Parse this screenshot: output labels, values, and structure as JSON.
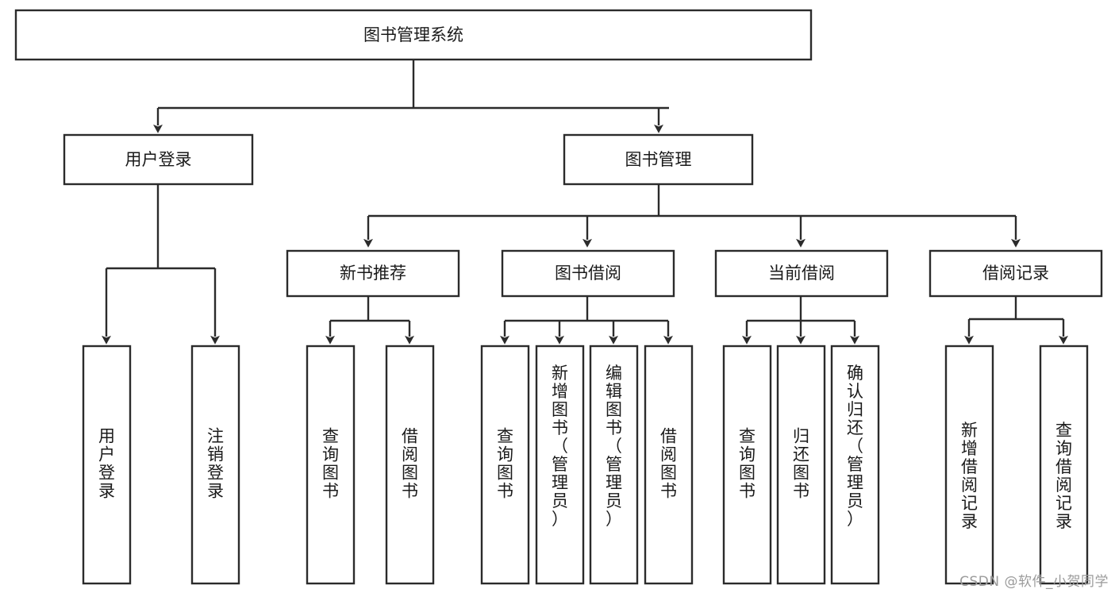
{
  "diagram": {
    "title": "图书管理系统",
    "type": "tree-hierarchy",
    "watermark": "CSDN @软件_小贺同学",
    "colors": {
      "background": "#ffffff",
      "box_stroke": "#2b2b2b",
      "box_fill": "#ffffff",
      "text": "#1a1a1a",
      "connector": "#2b2b2b",
      "watermark": "#9b9b9b"
    },
    "levels": {
      "root": {
        "label": "图书管理系统"
      },
      "level2": [
        {
          "label": "用户登录"
        },
        {
          "label": "图书管理"
        }
      ],
      "level3": [
        {
          "label": "新书推荐",
          "parent": "图书管理"
        },
        {
          "label": "图书借阅",
          "parent": "图书管理"
        },
        {
          "label": "当前借阅",
          "parent": "图书管理"
        },
        {
          "label": "借阅记录",
          "parent": "图书管理"
        }
      ],
      "leaves": [
        {
          "label": "用户登录",
          "parent": "用户登录"
        },
        {
          "label": "注销登录",
          "parent": "用户登录"
        },
        {
          "label": "查询图书",
          "parent": "新书推荐"
        },
        {
          "label": "借阅图书",
          "parent": "新书推荐"
        },
        {
          "label": "查询图书",
          "parent": "图书借阅"
        },
        {
          "label": "新增图书（管理员）",
          "parent": "图书借阅"
        },
        {
          "label": "编辑图书（管理员）",
          "parent": "图书借阅"
        },
        {
          "label": "借阅图书",
          "parent": "图书借阅"
        },
        {
          "label": "查询图书",
          "parent": "当前借阅"
        },
        {
          "label": "归还图书",
          "parent": "当前借阅"
        },
        {
          "label": "确认归还（管理员）",
          "parent": "当前借阅"
        },
        {
          "label": "新增借阅记录",
          "parent": "借阅记录"
        },
        {
          "label": "查询借阅记录",
          "parent": "借阅记录"
        }
      ]
    },
    "nodes": {
      "root": "图书管理系统",
      "n_user_login": "用户登录",
      "n_book_manage": "图书管理",
      "n_new_book_rec": "新书推荐",
      "n_book_borrow": "图书借阅",
      "n_current_borrow": "当前借阅",
      "n_borrow_record": "借阅记录",
      "leaf_user_login": "用户登录",
      "leaf_logout": "注销登录",
      "leaf_query_book_a": "查询图书",
      "leaf_borrow_book_a": "借阅图书",
      "leaf_query_book_b": "查询图书",
      "leaf_add_book": "新增图书（管理员）",
      "leaf_edit_book": "编辑图书（管理员）",
      "leaf_borrow_book_b": "借阅图书",
      "leaf_query_book_c": "查询图书",
      "leaf_return_book": "归还图书",
      "leaf_confirm_return": "确认归还（管理员）",
      "leaf_add_record": "新增借阅记录",
      "leaf_query_record": "查询借阅记录"
    }
  }
}
